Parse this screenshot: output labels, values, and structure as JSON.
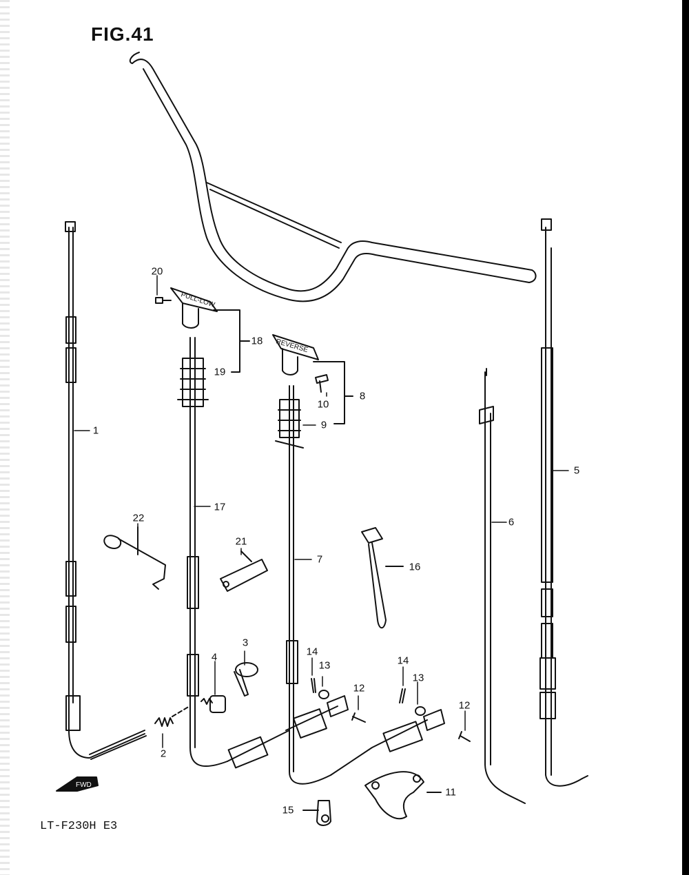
{
  "figure": {
    "title": "FIG.41",
    "model": "LT-F230H  E3",
    "fwd_label": "FWD"
  },
  "callouts": [
    {
      "id": "1",
      "text": "1"
    },
    {
      "id": "2",
      "text": "2"
    },
    {
      "id": "3",
      "text": "3"
    },
    {
      "id": "4",
      "text": "4"
    },
    {
      "id": "5",
      "text": "5"
    },
    {
      "id": "6",
      "text": "6"
    },
    {
      "id": "7",
      "text": "7"
    },
    {
      "id": "8",
      "text": "8"
    },
    {
      "id": "9",
      "text": "9"
    },
    {
      "id": "10",
      "text": "10"
    },
    {
      "id": "11",
      "text": "11"
    },
    {
      "id": "12a",
      "text": "12"
    },
    {
      "id": "12b",
      "text": "12"
    },
    {
      "id": "13a",
      "text": "13"
    },
    {
      "id": "13b",
      "text": "13"
    },
    {
      "id": "14a",
      "text": "14"
    },
    {
      "id": "14b",
      "text": "14"
    },
    {
      "id": "15",
      "text": "15"
    },
    {
      "id": "16",
      "text": "16"
    },
    {
      "id": "17",
      "text": "17"
    },
    {
      "id": "18",
      "text": "18"
    },
    {
      "id": "19",
      "text": "19"
    },
    {
      "id": "20",
      "text": "20"
    },
    {
      "id": "21",
      "text": "21"
    },
    {
      "id": "22",
      "text": "22"
    }
  ],
  "knobs": {
    "pull_low": "PULL-LOW",
    "reverse": "REVERSE"
  },
  "colors": {
    "ink": "#111111",
    "paper": "#ffffff"
  }
}
